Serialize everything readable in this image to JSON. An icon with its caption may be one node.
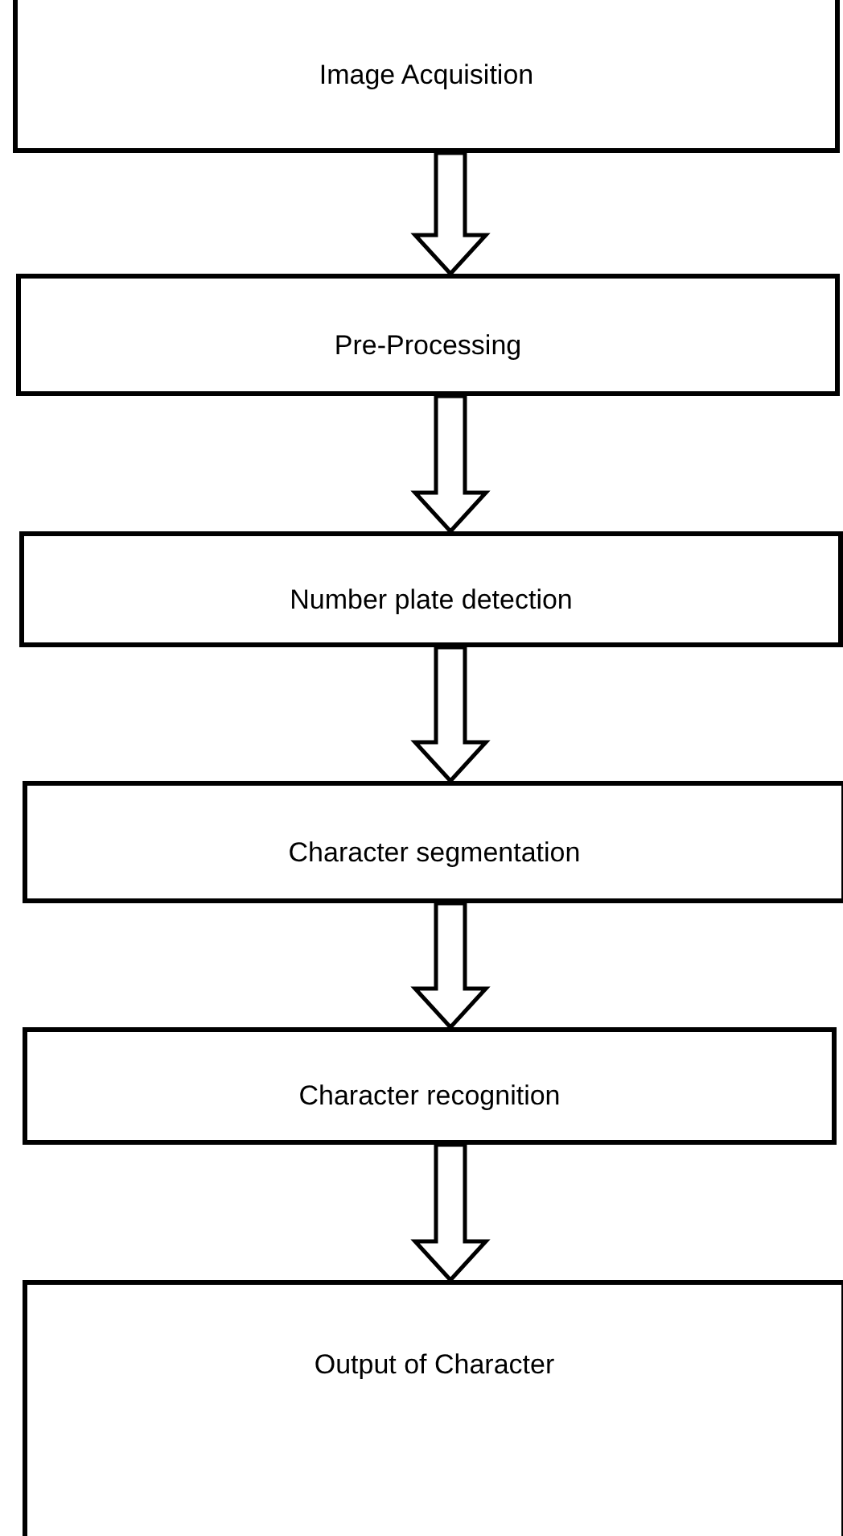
{
  "diagram": {
    "nodes": [
      {
        "text": [
          "Image Acquisition"
        ]
      },
      {
        "text": [
          "Pre-Processing"
        ]
      },
      {
        "text": [
          "Number plate detection"
        ]
      },
      {
        "text": [
          "Character segmentation"
        ]
      },
      {
        "text": [
          "Character recognition"
        ]
      },
      {
        "text": [
          "Output of Character"
        ]
      }
    ],
    "edges": [
      {
        "from": 0,
        "to": 1,
        "arrow": "to"
      },
      {
        "from": 1,
        "to": 2,
        "arrow": "to"
      },
      {
        "from": 2,
        "to": 3,
        "arrow": "to"
      },
      {
        "from": 3,
        "to": 4,
        "arrow": "to"
      },
      {
        "from": 4,
        "to": 5,
        "arrow": "to"
      }
    ]
  }
}
